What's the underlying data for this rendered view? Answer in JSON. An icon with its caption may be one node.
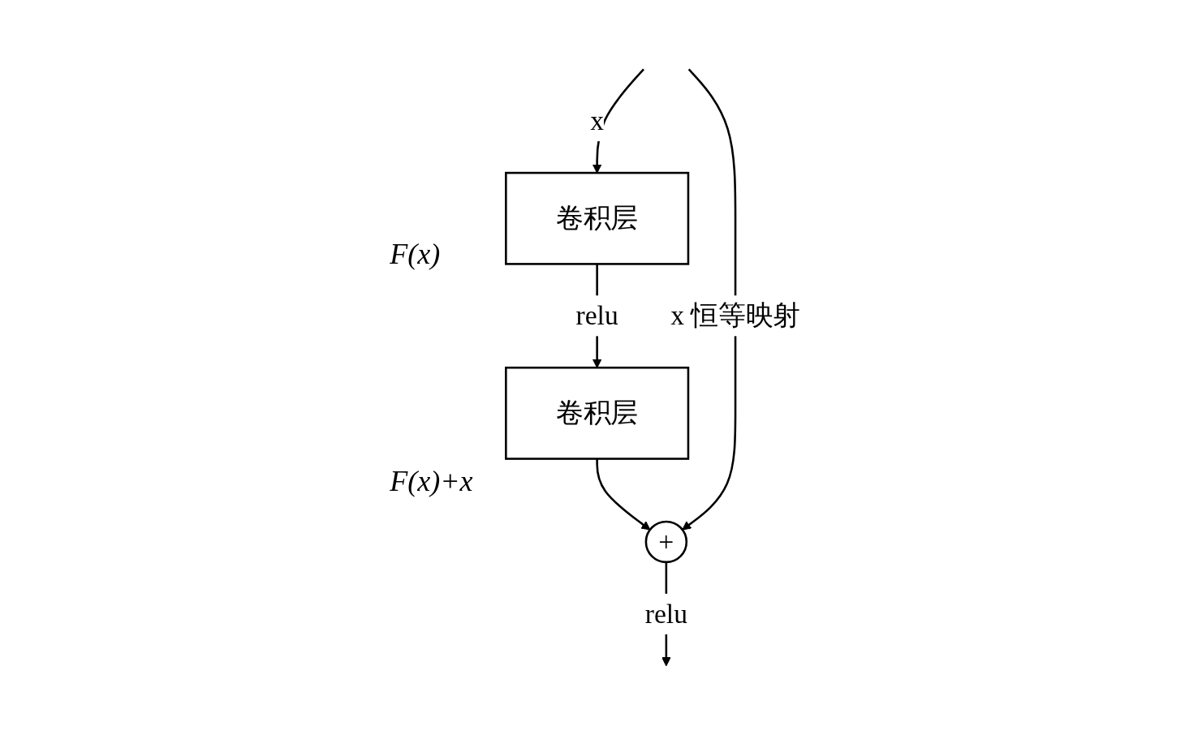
{
  "diagram": {
    "nodes": [
      {
        "text": [
          "卷积层"
        ]
      },
      {
        "text": [
          "卷积层"
        ]
      },
      {
        "text": [
          "+"
        ]
      }
    ],
    "edges": [
      {
        "from": null,
        "to": 0,
        "arrow": "to",
        "label": "x"
      },
      {
        "from": 0,
        "to": 1,
        "arrow": "to",
        "label": "relu"
      },
      {
        "from": 1,
        "to": 2,
        "arrow": "to"
      },
      {
        "from": null,
        "to": 2,
        "arrow": "to",
        "label": "x 恒等映射"
      },
      {
        "from": 2,
        "to": null,
        "arrow": "to",
        "label": "relu"
      }
    ],
    "labels": [
      "F(x)",
      "F(x)+x"
    ]
  }
}
